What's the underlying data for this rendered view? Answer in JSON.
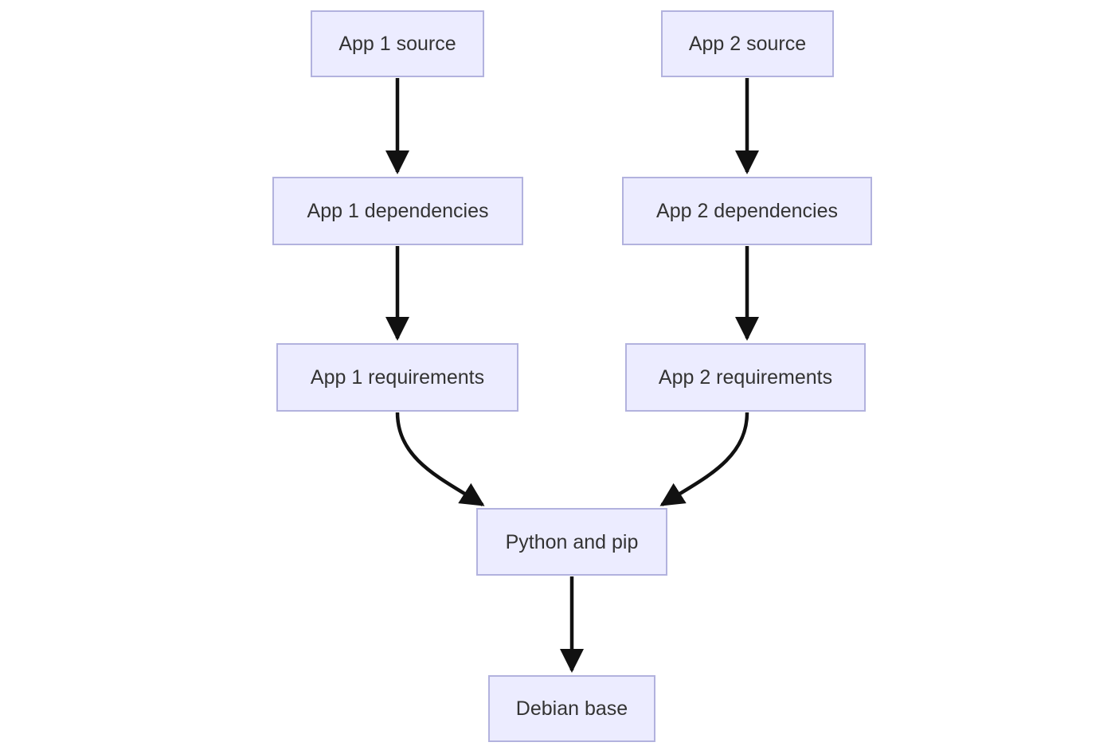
{
  "diagram": {
    "type": "flowchart",
    "direction": "top-down",
    "colors": {
      "background": "#ffffff",
      "node_fill": "#ececff",
      "node_border": "#b2b2de",
      "node_text": "#333333",
      "arrow": "#111111"
    },
    "nodes": [
      {
        "id": "app1-source",
        "label": "App 1 source"
      },
      {
        "id": "app1-dependencies",
        "label": "App 1 dependencies"
      },
      {
        "id": "app1-requirements",
        "label": "App 1 requirements"
      },
      {
        "id": "app2-source",
        "label": "App 2 source"
      },
      {
        "id": "app2-dependencies",
        "label": "App 2 dependencies"
      },
      {
        "id": "app2-requirements",
        "label": "App 2 requirements"
      },
      {
        "id": "python-and-pip",
        "label": "Python and pip"
      },
      {
        "id": "debian-base",
        "label": "Debian base"
      }
    ],
    "edges": [
      {
        "from": "app1-source",
        "to": "app1-dependencies"
      },
      {
        "from": "app1-dependencies",
        "to": "app1-requirements"
      },
      {
        "from": "app1-requirements",
        "to": "python-and-pip"
      },
      {
        "from": "app2-source",
        "to": "app2-dependencies"
      },
      {
        "from": "app2-dependencies",
        "to": "app2-requirements"
      },
      {
        "from": "app2-requirements",
        "to": "python-and-pip"
      },
      {
        "from": "python-and-pip",
        "to": "debian-base"
      }
    ]
  }
}
